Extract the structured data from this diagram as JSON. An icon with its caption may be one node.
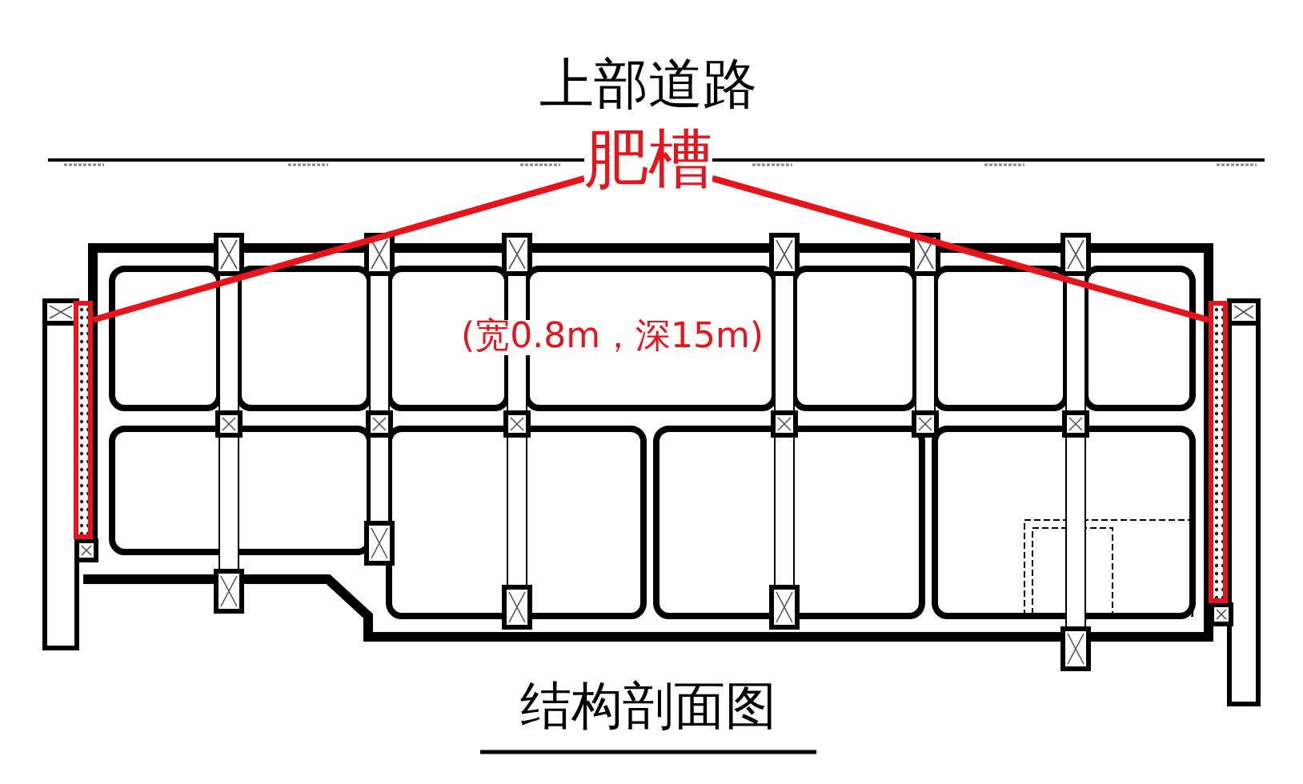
{
  "diagram": {
    "caption": "结构剖面图",
    "nodes": [
      {
        "text": [
          "肥槽"
        ]
      },
      {
        "text": [],
        "shape": "box"
      },
      {
        "text": [],
        "shape": "box"
      }
    ],
    "edges": [
      {
        "from": 0,
        "to": 1,
        "arrow": "none"
      },
      {
        "from": 0,
        "to": 2,
        "arrow": "none"
      }
    ],
    "labels": [
      "上部道路",
      "(宽0.8m，深15m)"
    ]
  }
}
